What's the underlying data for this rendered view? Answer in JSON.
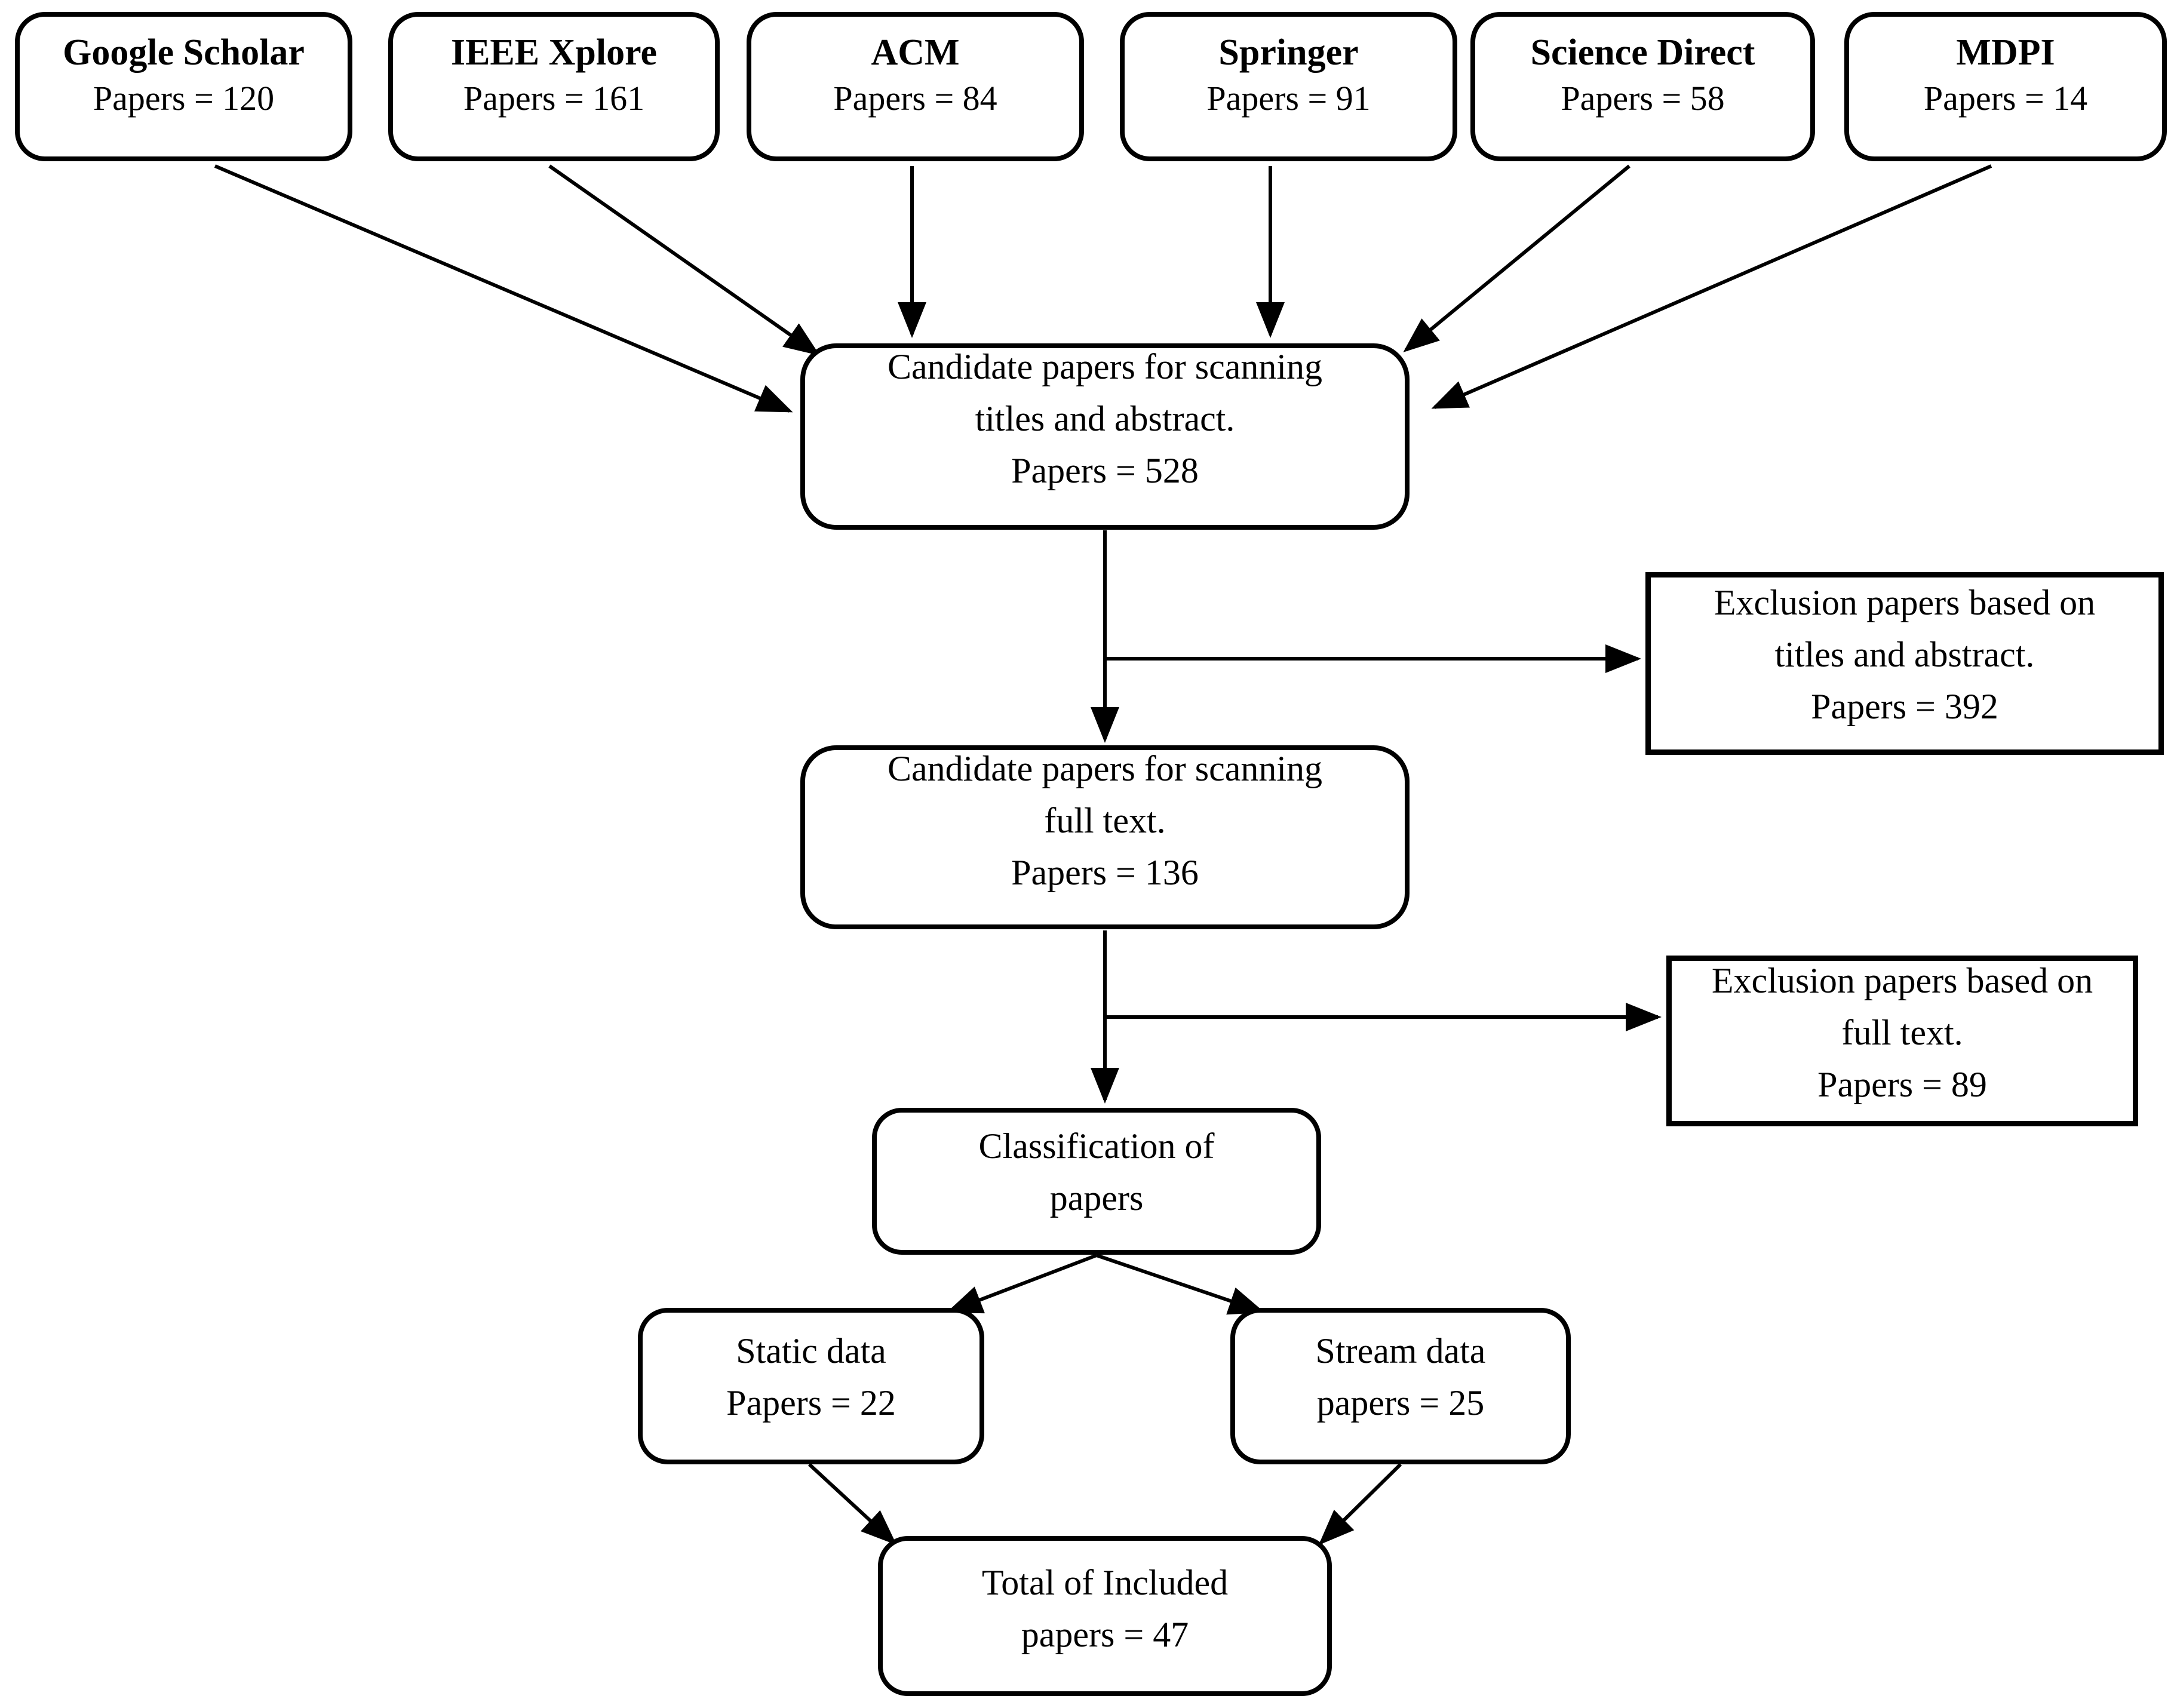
{
  "colors": {
    "stroke": "#000000",
    "text": "#000000",
    "background": "#ffffff"
  },
  "nodes": {
    "google_scholar": {
      "title": "Google Scholar",
      "count": "Papers = 120"
    },
    "ieee_xplore": {
      "title": "IEEE Xplore",
      "count": "Papers = 161"
    },
    "acm": {
      "title": "ACM",
      "count": "Papers = 84"
    },
    "springer": {
      "title": "Springer",
      "count": "Papers = 91"
    },
    "science_direct": {
      "title": "Science Direct",
      "count": "Papers = 58"
    },
    "mdpi": {
      "title": "MDPI",
      "count": "Papers = 14"
    },
    "candidate_titles_abstract": {
      "line1": "Candidate papers for scanning",
      "line2": "titles and abstract.",
      "line3": "Papers = 528"
    },
    "exclusion_titles_abstract": {
      "line1": "Exclusion papers based on",
      "line2": "titles and abstract.",
      "line3": "Papers = 392"
    },
    "candidate_full_text": {
      "line1": "Candidate papers for scanning",
      "line2": "full text.",
      "line3": "Papers = 136"
    },
    "exclusion_full_text": {
      "line1": "Exclusion papers based on",
      "line2": "full text.",
      "line3": "Papers = 89"
    },
    "classification": {
      "line1": "Classification of",
      "line2": "papers"
    },
    "static_data": {
      "line1": "Static data",
      "line2": "Papers = 22"
    },
    "stream_data": {
      "line1": "Stream data",
      "line2": "papers = 25"
    },
    "total_included": {
      "line1": "Total of Included",
      "line2": "papers = 47"
    }
  },
  "edges": [
    {
      "from": "google_scholar",
      "to": "candidate_titles_abstract"
    },
    {
      "from": "ieee_xplore",
      "to": "candidate_titles_abstract"
    },
    {
      "from": "acm",
      "to": "candidate_titles_abstract"
    },
    {
      "from": "springer",
      "to": "candidate_titles_abstract"
    },
    {
      "from": "science_direct",
      "to": "candidate_titles_abstract"
    },
    {
      "from": "mdpi",
      "to": "candidate_titles_abstract"
    },
    {
      "from": "candidate_titles_abstract",
      "to": "candidate_full_text"
    },
    {
      "from": "candidate_titles_abstract",
      "to": "exclusion_titles_abstract"
    },
    {
      "from": "candidate_full_text",
      "to": "classification"
    },
    {
      "from": "candidate_full_text",
      "to": "exclusion_full_text"
    },
    {
      "from": "classification",
      "to": "static_data"
    },
    {
      "from": "classification",
      "to": "stream_data"
    },
    {
      "from": "static_data",
      "to": "total_included"
    },
    {
      "from": "stream_data",
      "to": "total_included"
    }
  ]
}
